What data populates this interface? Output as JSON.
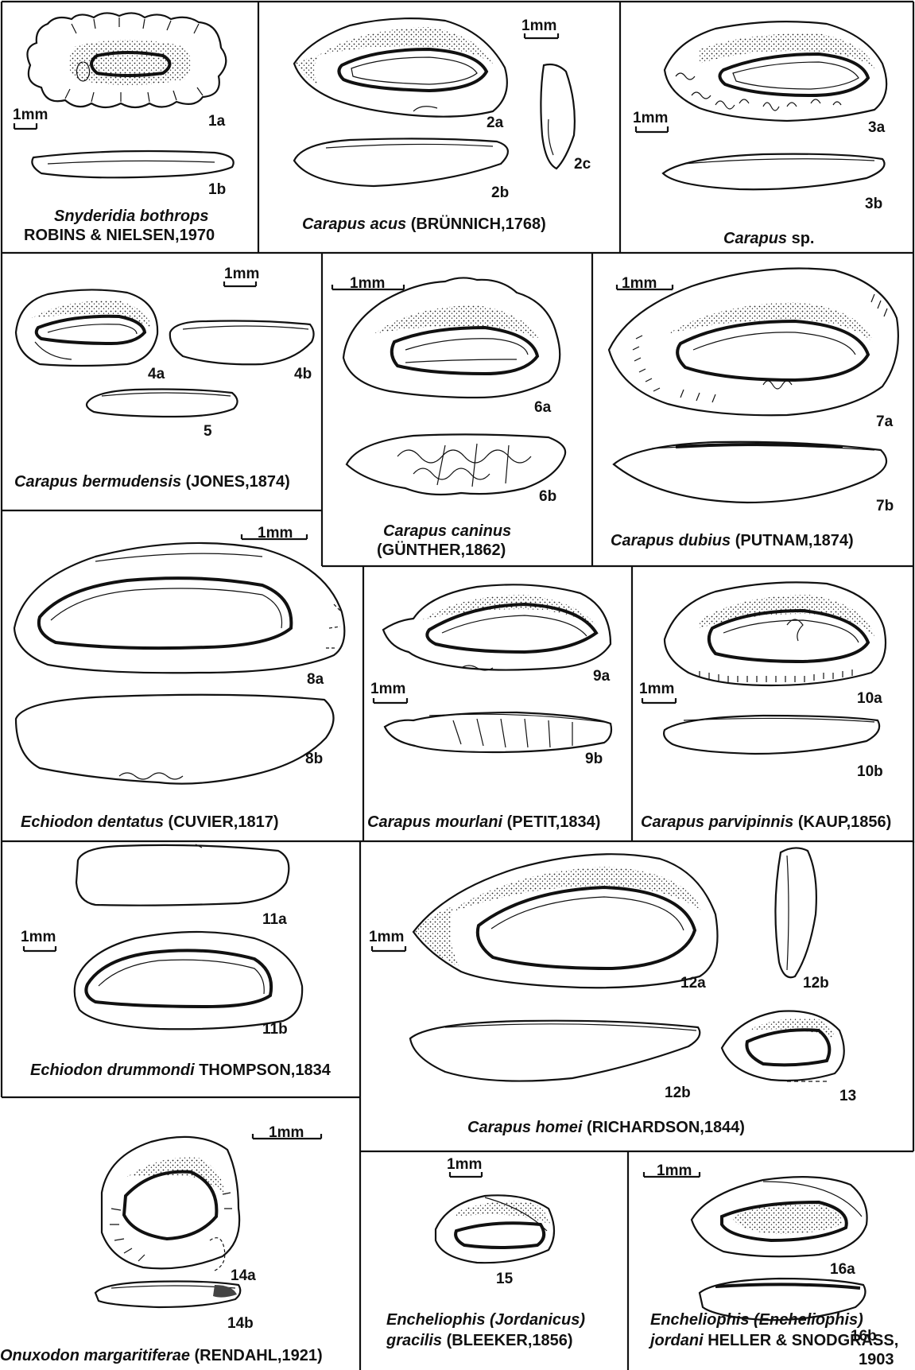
{
  "plate": {
    "panels": [
      {
        "id": "p1",
        "caption": [
          {
            "species": "Snyderidia bothrops",
            "author": ""
          },
          {
            "species": "",
            "author": "ROBINS & NIELSEN,1970"
          }
        ],
        "scale": "1mm",
        "figs": [
          "1a",
          "1b"
        ]
      },
      {
        "id": "p2",
        "caption": [
          {
            "species": "Carapus acus",
            "author": " (BRÜNNICH,1768)"
          }
        ],
        "scale": "1mm",
        "figs": [
          "2a",
          "2b",
          "2c"
        ]
      },
      {
        "id": "p3",
        "caption": [
          {
            "species": "Carapus",
            "author": " sp."
          }
        ],
        "scale": "1mm",
        "figs": [
          "3a",
          "3b"
        ]
      },
      {
        "id": "p4",
        "caption": [
          {
            "species": "Carapus bermudensis",
            "author": " (JONES,1874)"
          }
        ],
        "scale": "1mm",
        "figs": [
          "4a",
          "4b",
          "5"
        ]
      },
      {
        "id": "p6",
        "caption": [
          {
            "species": "Carapus caninus",
            "author": ""
          },
          {
            "species": "",
            "author": "(GÜNTHER,1862)"
          }
        ],
        "scale": "1mm",
        "figs": [
          "6a",
          "6b"
        ]
      },
      {
        "id": "p7",
        "caption": [
          {
            "species": "Carapus dubius",
            "author": " (PUTNAM,1874)"
          }
        ],
        "scale": "1mm",
        "figs": [
          "7a",
          "7b"
        ]
      },
      {
        "id": "p8",
        "caption": [
          {
            "species": "Echiodon dentatus",
            "author": " (CUVIER,1817)"
          }
        ],
        "scale": "1mm",
        "figs": [
          "8a",
          "8b"
        ]
      },
      {
        "id": "p9",
        "caption": [
          {
            "species": "Carapus mourlani",
            "author": " (PETIT,1834)"
          }
        ],
        "scale": "1mm",
        "figs": [
          "9a",
          "9b"
        ]
      },
      {
        "id": "p10",
        "caption": [
          {
            "species": "Carapus parvipinnis",
            "author": " (KAUP,1856)"
          }
        ],
        "scale": "1mm",
        "figs": [
          "10a",
          "10b"
        ]
      },
      {
        "id": "p11",
        "caption": [
          {
            "species": "Echiodon drummondi",
            "author": " THOMPSON,1834"
          }
        ],
        "scale": "1mm",
        "figs": [
          "11a",
          "11b"
        ]
      },
      {
        "id": "p12",
        "caption": [
          {
            "species": "Carapus homei",
            "author": " (RICHARDSON,1844)"
          }
        ],
        "scale": "1mm",
        "figs": [
          "12a",
          "12b",
          "12b",
          "13"
        ]
      },
      {
        "id": "p14",
        "caption": [
          {
            "species": "Onuxodon margaritiferae",
            "author": " (RENDAHL,1921)"
          }
        ],
        "scale": "1mm",
        "figs": [
          "14a",
          "14b"
        ]
      },
      {
        "id": "p15",
        "caption": [
          {
            "species": "Encheliophis (Jordanicus)",
            "author": ""
          },
          {
            "species": "gracilis",
            "author": " (BLEEKER,1856)"
          }
        ],
        "scale": "1mm",
        "figs": [
          "15"
        ]
      },
      {
        "id": "p16",
        "caption": [
          {
            "species": "Encheliophis (Encheliophis)",
            "author": ""
          },
          {
            "species": "jordani",
            "author": " HELLER & SNODGRASS,"
          },
          {
            "species": "",
            "author": "1903"
          }
        ],
        "scale": "1mm",
        "figs": [
          "16a",
          "16b"
        ]
      }
    ]
  }
}
